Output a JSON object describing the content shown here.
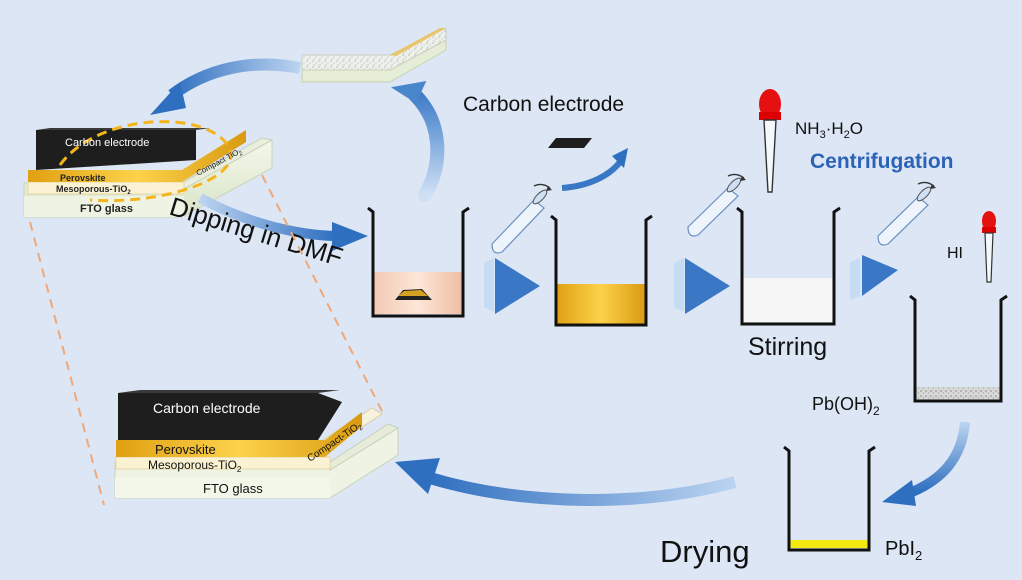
{
  "colors": {
    "background": "#dce6f4",
    "arrow_blue": "#2f6fc0",
    "arrow_light": "#9cc0ea",
    "gold": "#f2b61d",
    "carbon": "#1e1e1e",
    "label_blue": "#2c63b8",
    "dashed_orange": "#f0a878",
    "red_bulb": "#e51010",
    "pbi2_yellow": "#f4ea12"
  },
  "top_device": {
    "carbon": "Carbon electrode",
    "perovskite": "Perovskite",
    "meso": "Mesoporous-TiO",
    "meso_sub": "2",
    "compact": "Compact TiO",
    "compact_sub": "2",
    "fto": "FTO glass"
  },
  "bottom_device": {
    "carbon": "Carbon electrode",
    "perovskite": "Perovskite",
    "meso": "Mesoporous-TiO",
    "meso_sub": "2",
    "compact": "Compact-TiO",
    "compact_sub": "2",
    "fto": "FTO glass"
  },
  "labels": {
    "dipping": "Dipping in DMF",
    "carbon_electrode": "Carbon electrode",
    "nh3_main": "NH",
    "nh3_sub1": "3",
    "nh3_mid": "·H",
    "nh3_sub2": "2",
    "nh3_end": "O",
    "centrifugation": "Centrifugation",
    "hi": "HI",
    "stirring": "Stirring",
    "pboh_main": "Pb(OH)",
    "pboh_sub": "2",
    "drying": "Drying",
    "pbi_main": "PbI",
    "pbi_sub": "2"
  },
  "icons": [
    "beaker-icon",
    "tube-icon",
    "dropper-icon",
    "arrow-icon"
  ]
}
